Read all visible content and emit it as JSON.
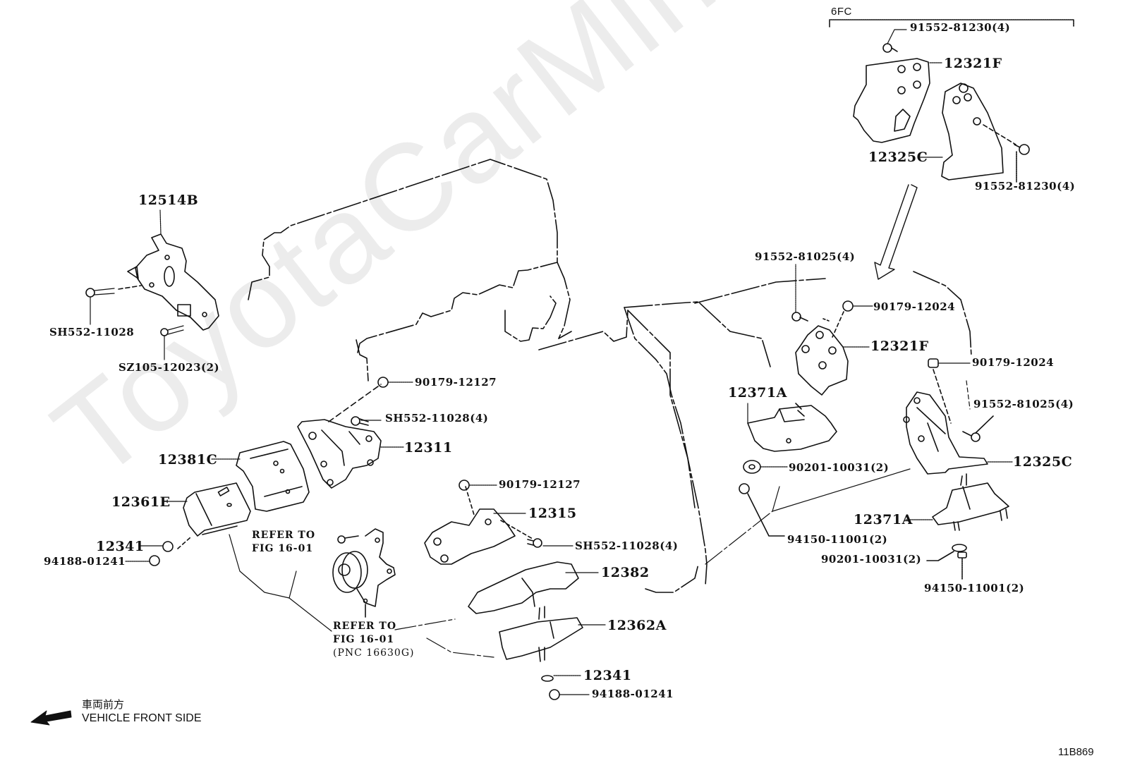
{
  "watermark": "ToyotaCarMine.ru",
  "variant_label": "6FC",
  "figure_number": "11B869",
  "direction_legend": {
    "icon": "arrow-left-icon",
    "japanese": "車両前方",
    "english": "VEHICLE FRONT SIDE"
  },
  "parts": {
    "bracket_12514B": "12514B",
    "bolt_SH552_11028": "SH552-11028",
    "bolt_SZ105_12023": "SZ105-12023(2)",
    "nut_90179_12127_a": "90179-12127",
    "bolt_SH552_11028_4a": "SH552-11028(4)",
    "bracket_12311": "12311",
    "insulator_12381C": "12381C",
    "insulator_12361E": "12361E",
    "washer_12341_a": "12341",
    "nut_94188_01241_a": "94188-01241",
    "refer_a_line1": "REFER TO",
    "refer_a_line2": "FIG 16-01",
    "nut_90179_12127_b": "90179-12127",
    "bracket_12315": "12315",
    "bolt_SH552_11028_4b": "SH552-11028(4)",
    "refer_b_line1": "REFER TO",
    "refer_b_line2": "FIG 16-01",
    "refer_b_line3": "(PNC 16630G)",
    "cover_12382": "12382",
    "insulator_12362A": "12362A",
    "washer_12341_b": "12341",
    "nut_94188_01241_b": "94188-01241",
    "bolt_91552_81230_top": "91552-81230(4)",
    "bracket_12321F_top": "12321F",
    "bracket_12325C_top": "12325C",
    "bolt_91552_81230_right": "91552-81230(4)",
    "bolt_91552_81025_left": "91552-81025(4)",
    "nut_90179_12024_a": "90179-12024",
    "bracket_12321F": "12321F",
    "insulator_12371A_left": "12371A",
    "nut_90179_12024_b": "90179-12024",
    "bolt_91552_81025_right": "91552-81025(4)",
    "bracket_12325C": "12325C",
    "washer_90201_10031_left": "90201-10031(2)",
    "insulator_12371A_right": "12371A",
    "nut_94150_11001_left": "94150-11001(2)",
    "washer_90201_10031_right": "90201-10031(2)",
    "nut_94150_11001_right": "94150-11001(2)"
  }
}
